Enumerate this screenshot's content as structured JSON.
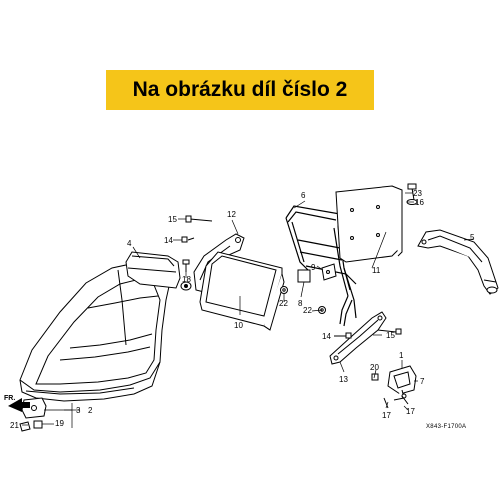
{
  "banner": {
    "text": "Na obrázku díl číslo 2",
    "color": "#f5c519"
  },
  "diagram_code": "X843-F1700A",
  "front_marker": "FR.",
  "callouts": [
    "1",
    "2",
    "3",
    "4",
    "5",
    "6",
    "7",
    "8",
    "9",
    "10",
    "11",
    "12",
    "13",
    "14",
    "14",
    "15",
    "15",
    "16",
    "17",
    "17",
    "18",
    "19",
    "20",
    "21",
    "22",
    "22",
    "23"
  ]
}
